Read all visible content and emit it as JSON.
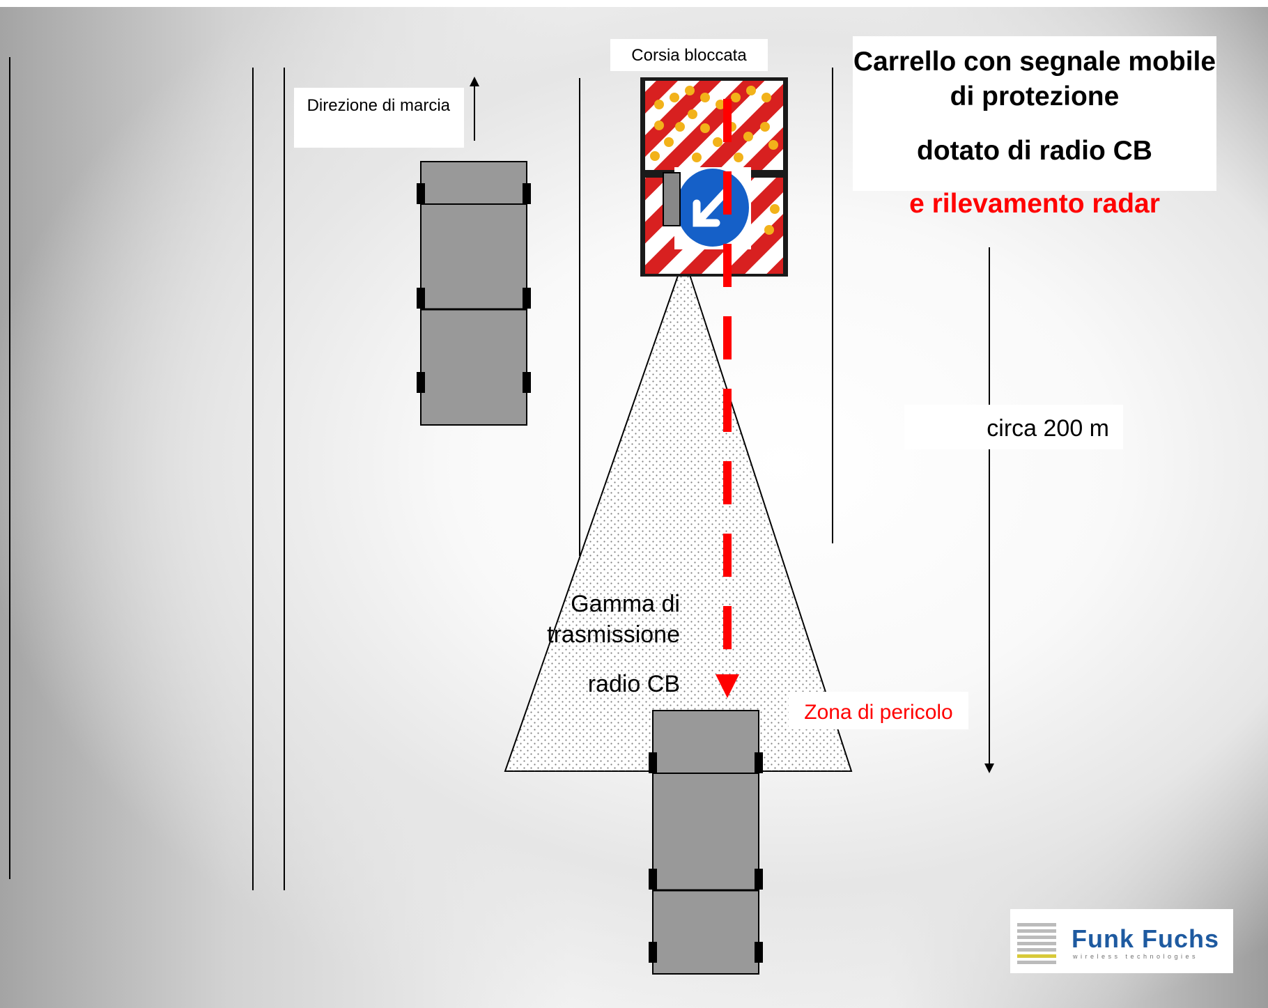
{
  "labels": {
    "direction": "Direzione di marcia",
    "blocked_lane": "Corsia bloccata",
    "title_line1": "Carrello con segnale mobile di protezione",
    "title_line2": "dotato di radio CB",
    "title_line3": "e rilevamento radar",
    "distance": "circa 200 m",
    "range_line1": "Gamma di trasmissione",
    "range_line2": "radio CB",
    "danger_zone": "Zona di pericolo"
  },
  "logo": {
    "brand": "Funk Fuchs",
    "tagline": "wireless technologies"
  },
  "colors": {
    "accent_red": "#ff0000",
    "car_body": "#999999",
    "sign_blue": "#1560c8",
    "brand_blue": "#1e5aa0"
  }
}
